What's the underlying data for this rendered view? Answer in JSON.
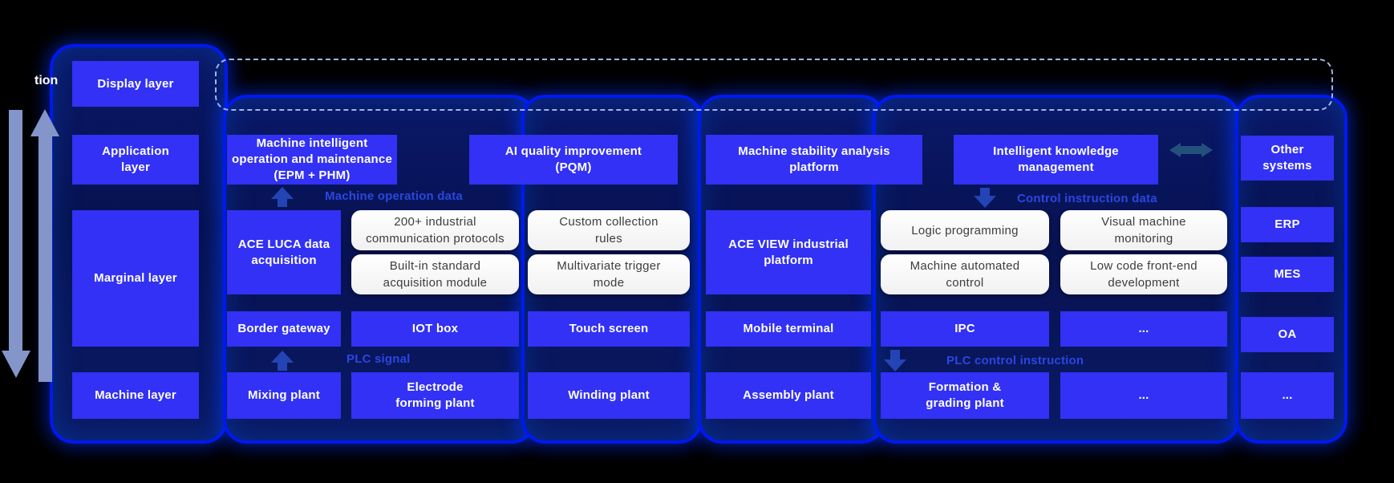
{
  "edge_text_fragment": "tion",
  "layer_column": {
    "display": "Display layer",
    "application": "Application\nlayer",
    "marginal": "Marginal layer",
    "machine": "Machine layer"
  },
  "application_row": {
    "epm_phm": "Machine intelligent\noperation and maintenance\n(EPM + PHM)",
    "pqm": "AI quality improvement\n(PQM)",
    "stability": "Machine stability analysis\nplatform",
    "knowledge": "Intelligent knowledge\nmanagement",
    "other_systems": "Other\nsystems"
  },
  "marginal_row": {
    "ace_luca": "ACE LUCA data\nacquisition",
    "protocols": "200+ industrial\ncommunication protocols",
    "builtin_module": "Built-in standard\nacquisition module",
    "custom_rules": "Custom collection\nrules",
    "multivariate": "Multivariate trigger\nmode",
    "ace_view": "ACE VIEW industrial\nplatform",
    "logic_programming": "Logic programming",
    "automated_control": "Machine automated\ncontrol",
    "visual_monitoring": "Visual machine\nmonitoring",
    "low_code": "Low code front-end\ndevelopment"
  },
  "terminal_row": {
    "border_gateway": "Border gateway",
    "iot_box": "IOT box",
    "touch_screen": "Touch screen",
    "mobile_terminal": "Mobile terminal",
    "ipc": "IPC",
    "ellipsis": "..."
  },
  "machine_row": {
    "mixing": "Mixing plant",
    "electrode": "Electrode\nforming plant",
    "winding": "Winding plant",
    "assembly": "Assembly plant",
    "formation": "Formation &\ngrading plant",
    "ellipsis": "...",
    "ellipsis_right": "..."
  },
  "right_column": {
    "erp": "ERP",
    "mes": "MES",
    "oa": "OA"
  },
  "flow_labels": {
    "machine_operation_data": "Machine operation data",
    "control_instruction_data": "Control instruction data",
    "plc_signal": "PLC signal",
    "plc_control_instruction": "PLC control instruction"
  },
  "colors": {
    "box_blue": "#3231f5",
    "container_border": "#0019ef",
    "container_fill": "#071250",
    "flow_label_blue": "#2b46e0",
    "big_arrow": "#8495c9",
    "small_arrow": "#2b50cc",
    "double_arrow": "#24507c",
    "dashed_border": "#9fb6e6",
    "white_box_text": "#3d3d3d",
    "background": "#000000"
  }
}
